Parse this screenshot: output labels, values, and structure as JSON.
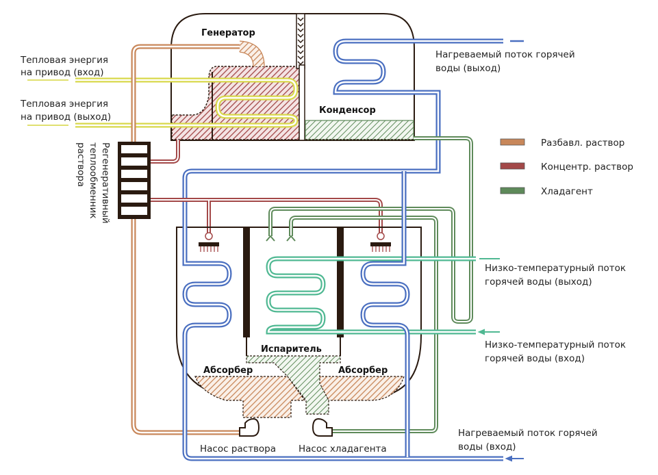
{
  "diagram": {
    "title": "Absorption heat pump schematic",
    "components": {
      "generator": "Генератор",
      "condenser": "Конденсор",
      "evaporator": "Испаритель",
      "absorber_left": "Абсорбер",
      "absorber_right": "Абсорбер",
      "solution_pump": "Насос раствора",
      "refrigerant_pump": "Насос хладагента",
      "heat_exchanger_line1": "Регенеративный",
      "heat_exchanger_line2": "теплообменник",
      "heat_exchanger_line3": "раствора"
    },
    "flows": {
      "drive_in_line1": "Тепловая энергия",
      "drive_in_line2": "на привод (вход)",
      "drive_out_line1": "Тепловая энергия",
      "drive_out_line2": "на привод (выход)",
      "hot_out_line1": "Нагреваемый поток горячей",
      "hot_out_line2": "воды (выход)",
      "hot_in_line1": "Нагреваемый поток горячей",
      "hot_in_line2": "воды (вход)",
      "low_out_line1": "Низко-температурный поток",
      "low_out_line2": "горячей воды (выход)",
      "low_in_line1": "Низко-температурный поток",
      "low_in_line2": "горячей воды (вход)"
    },
    "legend": [
      {
        "label": "Разбавл. раствор",
        "color": "#c8875a"
      },
      {
        "label": "Концентр. раствор",
        "color": "#a34848"
      },
      {
        "label": "Хладагент",
        "color": "#5e8a5a"
      }
    ],
    "colors": {
      "dilute": "#c8875a",
      "concentrated": "#a34848",
      "refrigerant": "#5e8a5a",
      "refrigerant_light": "#4fb892",
      "water": "#4a6fc0",
      "drive_heat": "#d8d84a",
      "vessel": "#2a1a10"
    }
  }
}
